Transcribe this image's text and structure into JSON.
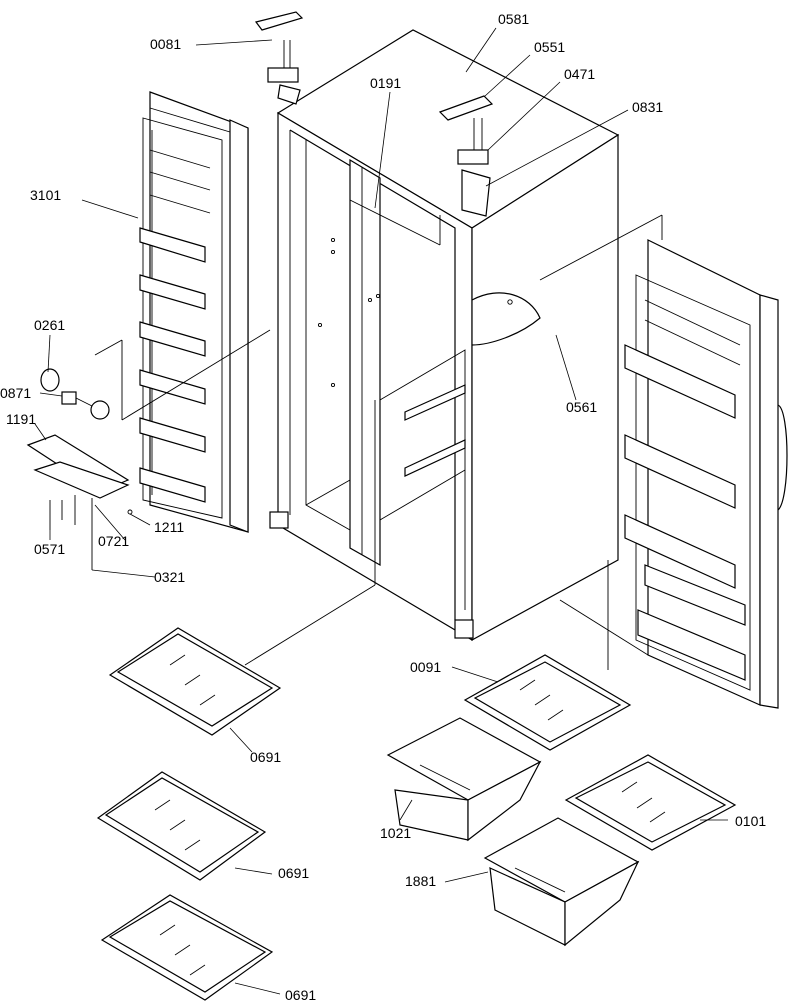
{
  "part_labels": {
    "p0081": "0081",
    "p0581": "0581",
    "p0551": "0551",
    "p0471": "0471",
    "p0831": "0831",
    "p0191": "0191",
    "p3101": "3101",
    "p0261": "0261",
    "p0871": "0871",
    "p1191": "1191",
    "p0561": "0561",
    "p0571": "0571",
    "p0721": "0721",
    "p1211": "1211",
    "p0321": "0321",
    "p0091": "0091",
    "p0691a": "0691",
    "p1021": "1021",
    "p0691b": "0691",
    "p0101": "0101",
    "p1881": "1881",
    "p0691c": "0691"
  }
}
